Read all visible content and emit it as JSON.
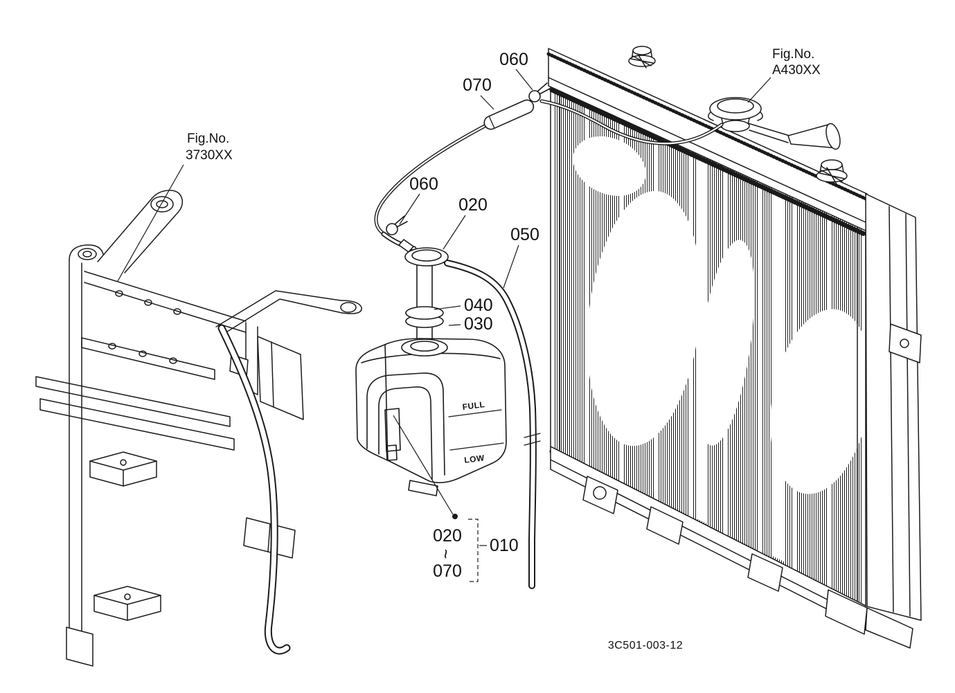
{
  "diagram": {
    "drawing_number": "3C501-003-12",
    "references": {
      "a430": {
        "line1": "Fig.No.",
        "line2": "A430XX"
      },
      "frame": {
        "line1": "Fig.No.",
        "line2": "3730XX"
      }
    },
    "callouts": {
      "clamp_top": "060",
      "hose_top": "070",
      "clamp_mid": "060",
      "cap": "020",
      "hose_long": "050",
      "pipe": "040",
      "grommet": "030",
      "group_first": "020",
      "group_tilde": "~",
      "group_last": "070",
      "assembly": "010"
    },
    "tank": {
      "full_label": "FULL",
      "low_label": "LOW"
    }
  }
}
